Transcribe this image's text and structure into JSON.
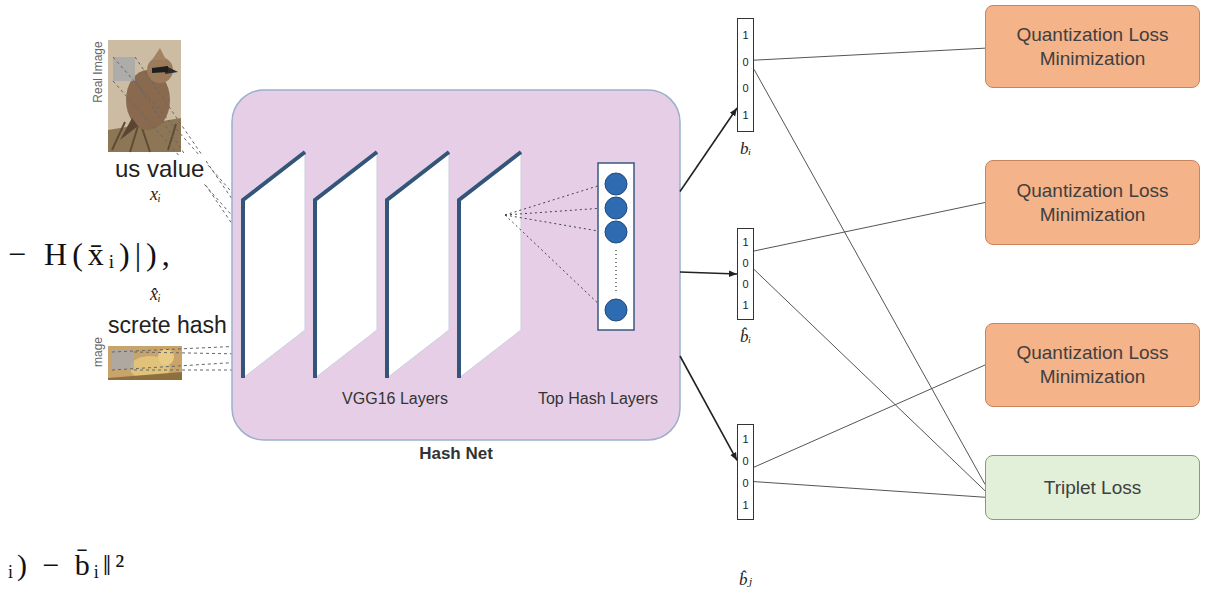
{
  "diagram": {
    "nodes": [
      {
        "text": [
          "VGG16 Layers",
          "Top Hash Layers",
          "Hash Net"
        ]
      },
      {
        "text": [
          "1 0 0 1",
          "bᵢ"
        ]
      },
      {
        "text": [
          "1 0 0 1",
          "b̂ᵢ"
        ]
      },
      {
        "text": [
          "1 0 0 1",
          "b̂ⱼ"
        ]
      },
      {
        "text": [
          "Quantization Loss Minimization"
        ]
      },
      {
        "text": [
          "Quantization Loss Minimization"
        ]
      },
      {
        "text": [
          "Quantization Loss Minimization"
        ]
      },
      {
        "text": [
          "Triplet Loss"
        ]
      }
    ],
    "edges": [
      {
        "from": 0,
        "to": 1,
        "arrow": "to"
      },
      {
        "from": 0,
        "to": 2,
        "arrow": "to"
      },
      {
        "from": 0,
        "to": 3,
        "arrow": "to"
      },
      {
        "from": 1,
        "to": 4,
        "arrow": "none"
      },
      {
        "from": 2,
        "to": 5,
        "arrow": "none"
      },
      {
        "from": 3,
        "to": 6,
        "arrow": "none"
      },
      {
        "from": 1,
        "to": 7,
        "arrow": "none"
      },
      {
        "from": 2,
        "to": 7,
        "arrow": "none"
      },
      {
        "from": 3,
        "to": 7,
        "arrow": "none"
      }
    ],
    "labels": [
      "Real Image",
      "xᵢ",
      "us value",
      "− H(x̄ᵢ)|),",
      "x̂ᵢ",
      "screte hash",
      "mage",
      "ᵢ) − b̄ᵢ‖²"
    ]
  }
}
